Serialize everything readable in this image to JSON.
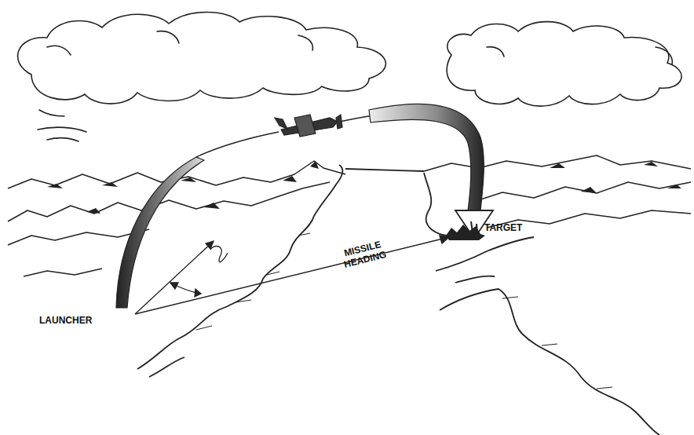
{
  "diagram": {
    "labels": [
      "LAUNCHER",
      "MISSILE HEADING",
      "TARGET"
    ]
  }
}
